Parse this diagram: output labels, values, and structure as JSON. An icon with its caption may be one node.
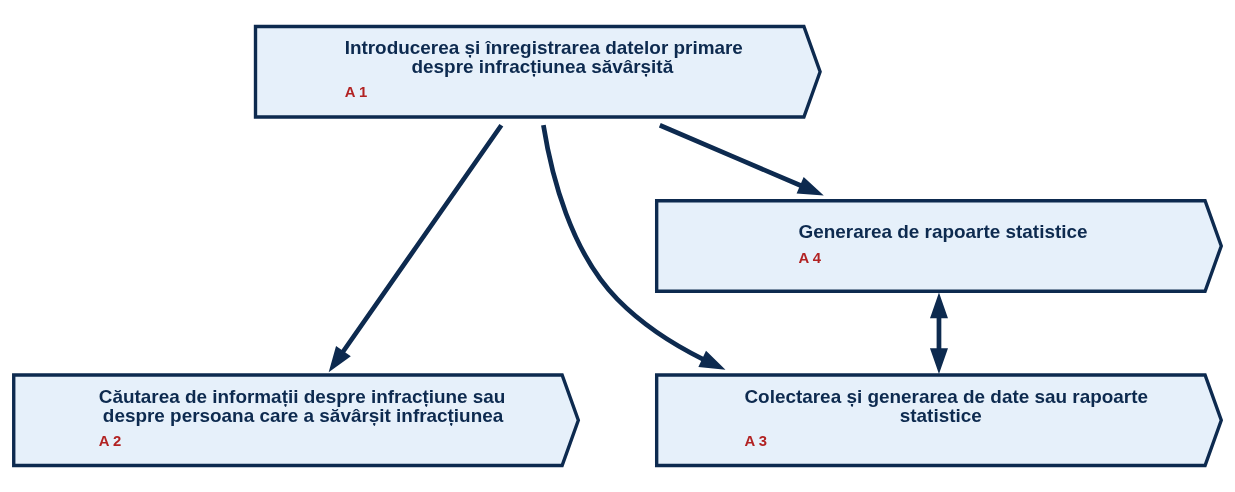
{
  "diagram": {
    "nodes": [
      {
        "text": [
          "Introducerea și înregistrarea datelor primare despre infracțiunea săvârșită",
          "A 1"
        ]
      },
      {
        "text": [
          "Căutarea de informații despre infracțiune sau despre persoana care a săvârșit infracțiunea",
          "A 2"
        ]
      },
      {
        "text": [
          "Colectarea și generarea de date sau rapoarte statistice",
          "A 3"
        ]
      },
      {
        "text": [
          "Generarea de rapoarte statistice",
          "A 4"
        ]
      }
    ],
    "edges": [
      {
        "from": 0,
        "to": 1,
        "arrow": "to"
      },
      {
        "from": 0,
        "to": 3,
        "arrow": "to"
      },
      {
        "from": 0,
        "to": 2,
        "arrow": "to"
      },
      {
        "from": 3,
        "to": 2,
        "arrow": "both"
      }
    ]
  }
}
